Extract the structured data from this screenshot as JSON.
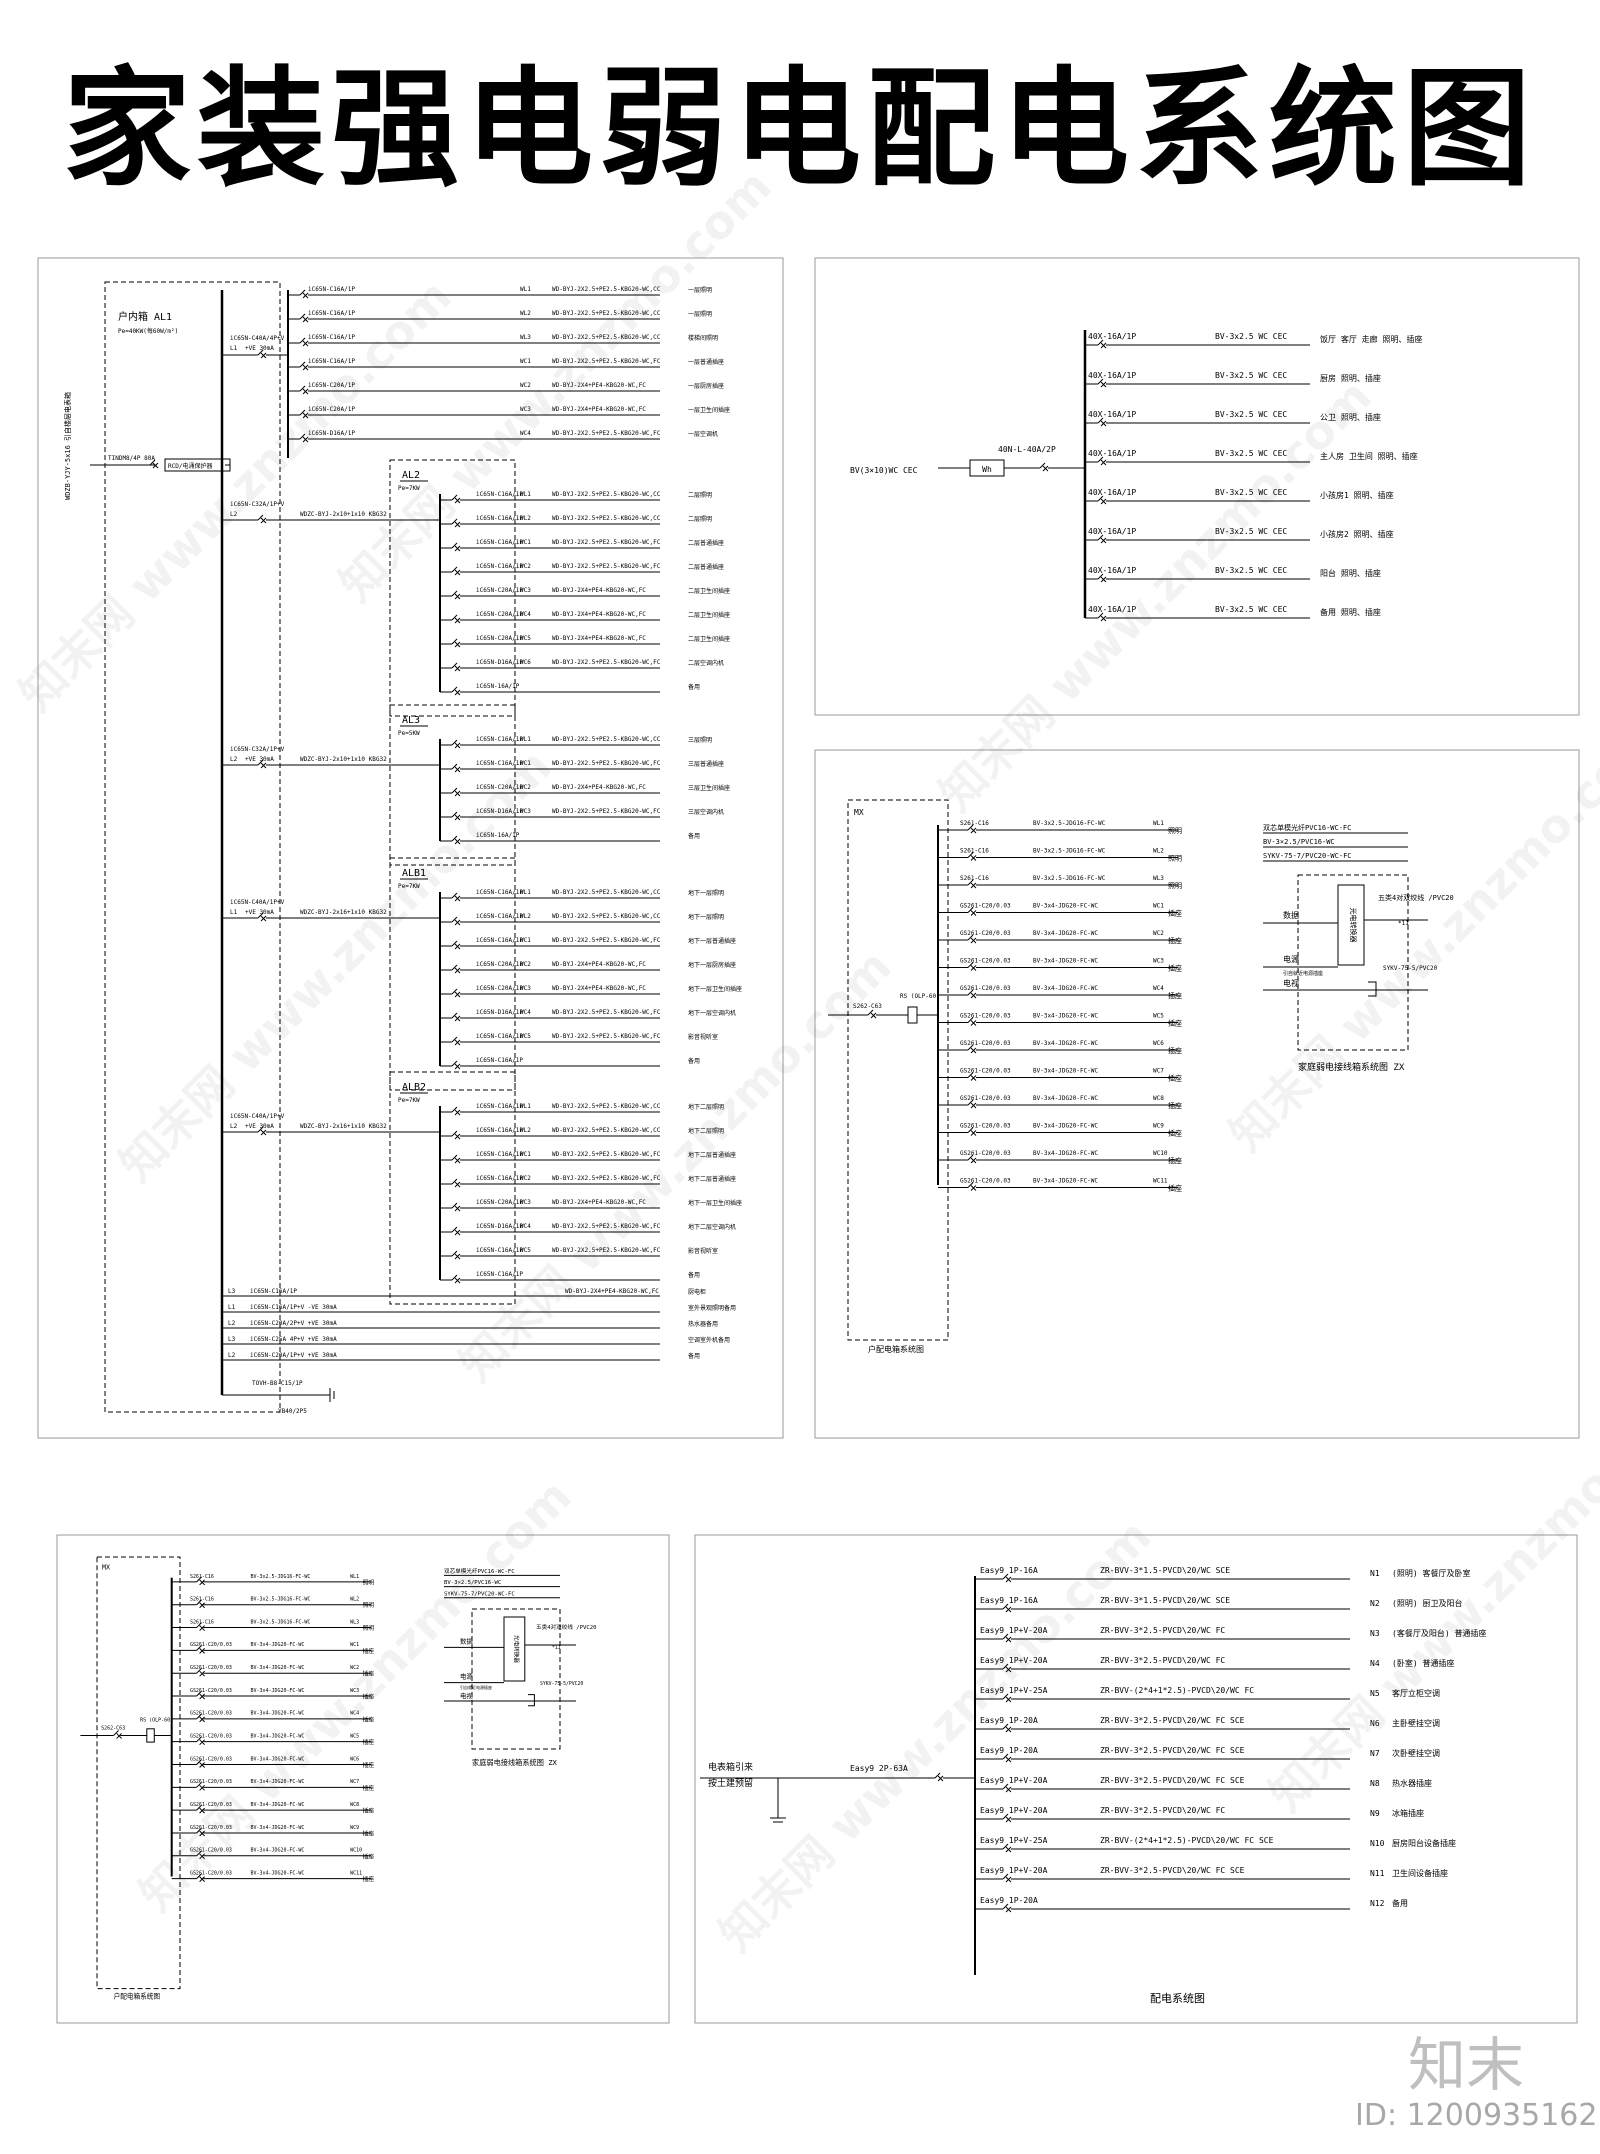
{
  "title": "家装强电弱电配电系统图",
  "watermark": "知末网 www.znzmo.com",
  "logo": {
    "name": "知末",
    "id": "ID: 1200935162"
  },
  "colors": {
    "line": "#000000",
    "panel_border": "#9a9a9a"
  },
  "panel1": {
    "box_label": "户内箱 AL1",
    "box_power": "Pe=40KW(每60W/m²)",
    "incoming_cable": "WDZB-YJY-5x16 引自楼层电表箱",
    "main_breaker": "TINDM8/4P 80A",
    "main_breaker_tag": "RCD/电涌保护器",
    "al1": {
      "rcd": "iC65N-C40A/4P+V",
      "rcd_sub": "+VE 30mA",
      "phase": "L1",
      "circuits": [
        {
          "breaker": "iC65N-C16A/1P",
          "code": "WL1",
          "cable": "WD-BYJ-2X2.5+PE2.5-KBG20-WC,CC",
          "desc": "一层照明"
        },
        {
          "breaker": "iC65N-C16A/1P",
          "code": "WL2",
          "cable": "WD-BYJ-2X2.5+PE2.5-KBG20-WC,CC",
          "desc": "一层照明"
        },
        {
          "breaker": "iC65N-C16A/1P",
          "code": "WL3",
          "cable": "WD-BYJ-2X2.5+PE2.5-KBG20-WC,CC",
          "desc": "楼梯间照明"
        },
        {
          "breaker": "iC65N-C16A/1P",
          "code": "WC1",
          "cable": "WD-BYJ-2X2.5+PE2.5-KBG20-WC,FC",
          "desc": "一层普通插座"
        },
        {
          "breaker": "iC65N-C20A/1P",
          "code": "WC2",
          "cable": "WD-BYJ-2X4+PE4-KBG20-WC,FC",
          "desc": "一层厨房插座"
        },
        {
          "breaker": "iC65N-C20A/1P",
          "code": "WC3",
          "cable": "WD-BYJ-2X4+PE4-KBG20-WC,FC",
          "desc": "一层卫生间插座"
        },
        {
          "breaker": "iC65N-D16A/1P",
          "code": "WC4",
          "cable": "WD-BYJ-2X2.5+PE2.5-KBG20-WC,FC",
          "desc": "一层空调机"
        }
      ]
    },
    "subpanels": [
      {
        "name": "AL2",
        "power": "Pe=7KW",
        "rcd": "iC65N-C32A/1P+V",
        "phase": "L2",
        "feeder": "WDZC-BYJ-2x10+1x10 KBG32",
        "circuits": [
          {
            "breaker": "iC65N-C16A/1P",
            "code": "WL1",
            "cable": "WD-BYJ-2X2.5+PE2.5-KBG20-WC,CC",
            "desc": "二层照明"
          },
          {
            "breaker": "iC65N-C16A/1P",
            "code": "WL2",
            "cable": "WD-BYJ-2X2.5+PE2.5-KBG20-WC,CC",
            "desc": "二层照明"
          },
          {
            "breaker": "iC65N-C16A/1P",
            "code": "WC1",
            "cable": "WD-BYJ-2X2.5+PE2.5-KBG20-WC,FC",
            "desc": "二层普通插座"
          },
          {
            "breaker": "iC65N-C16A/1P",
            "code": "WC2",
            "cable": "WD-BYJ-2X2.5+PE2.5-KBG20-WC,FC",
            "desc": "二层普通插座"
          },
          {
            "breaker": "iC65N-C20A/1P",
            "code": "WC3",
            "cable": "WD-BYJ-2X4+PE4-KBG20-WC,FC",
            "desc": "二层卫生间插座"
          },
          {
            "breaker": "iC65N-C20A/1P",
            "code": "WC4",
            "cable": "WD-BYJ-2X4+PE4-KBG20-WC,FC",
            "desc": "二层卫生间插座"
          },
          {
            "breaker": "iC65N-C20A/1P",
            "code": "WC5",
            "cable": "WD-BYJ-2X4+PE4-KBG20-WC,FC",
            "desc": "二层卫生间插座"
          },
          {
            "breaker": "iC65N-D16A/1P",
            "code": "WC6",
            "cable": "WD-BYJ-2X2.5+PE2.5-KBG20-WC,FC",
            "desc": "二层空调内机"
          },
          {
            "breaker": "iC65N-16A/1P",
            "code": "",
            "cable": "",
            "desc": "备用"
          }
        ]
      },
      {
        "name": "AL3",
        "power": "Pe=5KW",
        "rcd": "iC65N-C32A/1P+V",
        "rcd_sub": "+VE 30mA",
        "phase": "L2",
        "feeder": "WDZC-BYJ-2x10+1x10 KBG32",
        "circuits": [
          {
            "breaker": "iC65N-C16A/1P",
            "code": "WL1",
            "cable": "WD-BYJ-2X2.5+PE2.5-KBG20-WC,CC",
            "desc": "三层照明"
          },
          {
            "breaker": "iC65N-C16A/1P",
            "code": "WC1",
            "cable": "WD-BYJ-2X2.5+PE2.5-KBG20-WC,FC",
            "desc": "三层普通插座"
          },
          {
            "breaker": "iC65N-C20A/1P",
            "code": "WC2",
            "cable": "WD-BYJ-2X4+PE4-KBG20-WC,FC",
            "desc": "三层卫生间插座"
          },
          {
            "breaker": "iC65N-D16A/1P",
            "code": "WC3",
            "cable": "WD-BYJ-2X2.5+PE2.5-KBG20-WC,FC",
            "desc": "三层空调内机"
          },
          {
            "breaker": "iC65N-16A/1P",
            "code": "",
            "cable": "",
            "desc": "备用"
          }
        ]
      },
      {
        "name": "ALB1",
        "power": "Pe=7KW",
        "rcd": "iC65N-C40A/1P+V",
        "rcd_sub": "+VE 30mA",
        "phase": "L1",
        "feeder": "WDZC-BYJ-2x16+1x10 KBG32",
        "circuits": [
          {
            "breaker": "iC65N-C16A/1P",
            "code": "WL1",
            "cable": "WD-BYJ-2X2.5+PE2.5-KBG20-WC,CC",
            "desc": "地下一层照明"
          },
          {
            "breaker": "iC65N-C16A/1P",
            "code": "WL2",
            "cable": "WD-BYJ-2X2.5+PE2.5-KBG20-WC,CC",
            "desc": "地下一层照明"
          },
          {
            "breaker": "iC65N-C16A/1P",
            "code": "WC1",
            "cable": "WD-BYJ-2X2.5+PE2.5-KBG20-WC,FC",
            "desc": "地下一层普通插座"
          },
          {
            "breaker": "iC65N-C20A/1P",
            "code": "WC2",
            "cable": "WD-BYJ-2X4+PE4-KBG20-WC,FC",
            "desc": "地下一层厨房插座"
          },
          {
            "breaker": "iC65N-C20A/1P",
            "code": "WC3",
            "cable": "WD-BYJ-2X4+PE4-KBG20-WC,FC",
            "desc": "地下一层卫生间插座"
          },
          {
            "breaker": "iC65N-D16A/1P",
            "code": "WC4",
            "cable": "WD-BYJ-2X2.5+PE2.5-KBG20-WC,FC",
            "desc": "地下一层空调内机"
          },
          {
            "breaker": "iC65N-C16A/1P",
            "code": "WC5",
            "cable": "WD-BYJ-2X2.5+PE2.5-KBG20-WC,FC",
            "desc": "影音视听室"
          },
          {
            "breaker": "iC65N-C16A/1P",
            "code": "",
            "cable": "",
            "desc": "备用"
          }
        ]
      },
      {
        "name": "ALB2",
        "power": "Pe=7KW",
        "rcd": "iC65N-C40A/1P+V",
        "rcd_sub": "+VE 30mA",
        "phase": "L2",
        "feeder": "WDZC-BYJ-2x16+1x10 KBG32",
        "circuits": [
          {
            "breaker": "iC65N-C16A/1P",
            "code": "WL1",
            "cable": "WD-BYJ-2X2.5+PE2.5-KBG20-WC,CC",
            "desc": "地下二层照明"
          },
          {
            "breaker": "iC65N-C16A/1P",
            "code": "WL2",
            "cable": "WD-BYJ-2X2.5+PE2.5-KBG20-WC,CC",
            "desc": "地下二层照明"
          },
          {
            "breaker": "iC65N-C16A/1P",
            "code": "WC1",
            "cable": "WD-BYJ-2X2.5+PE2.5-KBG20-WC,FC",
            "desc": "地下二层普通插座"
          },
          {
            "breaker": "iC65N-C16A/1P",
            "code": "WC2",
            "cable": "WD-BYJ-2X2.5+PE2.5-KBG20-WC,FC",
            "desc": "地下二层普通插座"
          },
          {
            "breaker": "iC65N-C20A/1P",
            "code": "WC3",
            "cable": "WD-BYJ-2X4+PE4-KBG20-WC,FC",
            "desc": "地下一层卫生间插座"
          },
          {
            "breaker": "iC65N-D16A/1P",
            "code": "WC4",
            "cable": "WD-BYJ-2X2.5+PE2.5-KBG20-WC,FC",
            "desc": "地下二层空调内机"
          },
          {
            "breaker": "iC65N-C16A/1P",
            "code": "WC5",
            "cable": "WD-BYJ-2X2.5+PE2.5-KBG20-WC,FC",
            "desc": "影音视听室"
          },
          {
            "breaker": "iC65N-C16A/1P",
            "code": "",
            "cable": "",
            "desc": "备用"
          }
        ]
      }
    ],
    "bottom_circuits": [
      {
        "phase": "L3",
        "breaker": "iC65N-C16A/1P",
        "cable": "WD-BYJ-2X4+PE4-KBG20-WC,FC",
        "desc": "厨电柜"
      },
      {
        "phase": "L1",
        "breaker": "iC65N-C16A/1P+V -VE 30mA",
        "cable": "",
        "desc": "室外景观照明备用"
      },
      {
        "phase": "L2",
        "breaker": "iC65N-C20A/2P+V +VE 30mA",
        "cable": "",
        "desc": "热水器备用"
      },
      {
        "phase": "L3",
        "breaker": "iC65N-C25A 4P+V +VE 30mA",
        "cable": "",
        "desc": "空调室外机备用"
      },
      {
        "phase": "L2",
        "breaker": "iC65N-C20A/1P+V +VE 30mA",
        "cable": "",
        "desc": "备用"
      }
    ],
    "spd": "TOVH-B8-C15/1P",
    "spd_sub": "YB40/2P5"
  },
  "panel2": {
    "incoming": "BV(3×10)WC CEC",
    "meter": "Wh",
    "main_breaker": "40N-L-40A/2P",
    "circuits": [
      {
        "breaker": "40X-16A/1P",
        "cable": "BV-3x2.5 WC CEC",
        "desc": "饭厅 客厅 走廊 照明、插座"
      },
      {
        "breaker": "40X-16A/1P",
        "cable": "BV-3x2.5 WC CEC",
        "desc": "厨房 照明、插座"
      },
      {
        "breaker": "40X-16A/1P",
        "cable": "BV-3x2.5 WC CEC",
        "desc": "公卫 照明、插座"
      },
      {
        "breaker": "40X-16A/1P",
        "cable": "BV-3x2.5 WC CEC",
        "desc": "主人房 卫生间 照明、插座"
      },
      {
        "breaker": "40X-16A/1P",
        "cable": "BV-3x2.5 WC CEC",
        "desc": "小孩房1 照明、插座"
      },
      {
        "breaker": "40X-16A/1P",
        "cable": "BV-3x2.5 WC CEC",
        "desc": "小孩房2 照明、插座"
      },
      {
        "breaker": "40X-16A/1P",
        "cable": "BV-3x2.5 WC CEC",
        "desc": "阳台 照明、插座"
      },
      {
        "breaker": "40X-16A/1P",
        "cable": "BV-3x2.5 WC CEC",
        "desc": "备用 照明、插座"
      }
    ]
  },
  "mx": {
    "box_label": "MX",
    "main_breaker": "S262-C63",
    "rcd": "RS (OLP-60)",
    "caption": "户配电箱系统图",
    "circuits": [
      {
        "breaker": "S261-C16",
        "cable": "BV-3x2.5-JDG16-FC-WC",
        "code": "WL1",
        "desc": "照明"
      },
      {
        "breaker": "S261-C16",
        "cable": "BV-3x2.5-JDG16-FC-WC",
        "code": "WL2",
        "desc": "照明"
      },
      {
        "breaker": "S261-C16",
        "cable": "BV-3x2.5-JDG16-FC-WC",
        "code": "WL3",
        "desc": "照明"
      },
      {
        "breaker": "GS261-C20/0.03",
        "cable": "BV-3x4-JDG20-FC-WC",
        "code": "WC1",
        "desc": "插座"
      },
      {
        "breaker": "GS261-C20/0.03",
        "cable": "BV-3x4-JDG20-FC-WC",
        "code": "WC2",
        "desc": "插座"
      },
      {
        "breaker": "GS261-C20/0.03",
        "cable": "BV-3x4-JDG20-FC-WC",
        "code": "WC3",
        "desc": "插座"
      },
      {
        "breaker": "GS261-C20/0.03",
        "cable": "BV-3x4-JDG20-FC-WC",
        "code": "WC4",
        "desc": "插座"
      },
      {
        "breaker": "GS261-C20/0.03",
        "cable": "BV-3x4-JDG20-FC-WC",
        "code": "WC5",
        "desc": "插座"
      },
      {
        "breaker": "GS261-C20/0.03",
        "cable": "BV-3x4-JDG20-FC-WC",
        "code": "WC6",
        "desc": "插座"
      },
      {
        "breaker": "GS261-C20/0.03",
        "cable": "BV-3x4-JDG20-FC-WC",
        "code": "WC7",
        "desc": "插座"
      },
      {
        "breaker": "GS261-C20/0.03",
        "cable": "BV-3x4-JDG20-FC-WC",
        "code": "WC8",
        "desc": "插座"
      },
      {
        "breaker": "GS261-C20/0.03",
        "cable": "BV-3x4-JDG20-FC-WC",
        "code": "WC9",
        "desc": "插座"
      },
      {
        "breaker": "GS261-C20/0.03",
        "cable": "BV-3x4-JDG20-FC-WC",
        "code": "WC10",
        "desc": "插座"
      },
      {
        "breaker": "GS261-C20/0.03",
        "cable": "BV-3x4-JDG20-FC-WC",
        "code": "WC11",
        "desc": "插座"
      }
    ]
  },
  "zx": {
    "cable_lines": [
      "双芯单模光纤PVC16-WC-FC",
      "BV-3×2.5/PVC16-WC",
      "SYKV-75-7/PVC20-WC-FC"
    ],
    "converter": "光电转换器",
    "twisted_pair": "五类4对双绞线 /PVC20",
    "count": "*11",
    "label_data": "数据",
    "label_power": "电源",
    "label_outlet": "引自就近电源插座",
    "label_tv": "电视",
    "tv_cable": "SYKV-75-5/PVC20",
    "caption": "家庭弱电接线箱系统图 ZX"
  },
  "panel5": {
    "incoming_line1": "电表箱引来",
    "incoming_line2": "按土建预留",
    "main_breaker": "Easy9 2P-63A",
    "caption": "配电系统图",
    "circuits": [
      {
        "breaker": "Easy9 1P-16A",
        "cable": "ZR-BVV-3*1.5-PVCD\\20/WC SCE",
        "code": "N1",
        "desc": "(照明) 客餐厅及卧室"
      },
      {
        "breaker": "Easy9 1P-16A",
        "cable": "ZR-BVV-3*1.5-PVCD\\20/WC SCE",
        "code": "N2",
        "desc": "(照明) 厨卫及阳台"
      },
      {
        "breaker": "Easy9 1P+V-20A",
        "cable": "ZR-BVV-3*2.5-PVCD\\20/WC FC",
        "code": "N3",
        "desc": "(客餐厅及阳台) 普通插座"
      },
      {
        "breaker": "Easy9 1P+V-20A",
        "cable": "ZR-BVV-3*2.5-PVCD\\20/WC FC",
        "code": "N4",
        "desc": "(卧室) 普通插座"
      },
      {
        "breaker": "Easy9 1P+V-25A",
        "cable": "ZR-BVV-(2*4+1*2.5)-PVCD\\20/WC FC",
        "code": "N5",
        "desc": "客厅立柜空调"
      },
      {
        "breaker": "Easy9 1P-20A",
        "cable": "ZR-BVV-3*2.5-PVCD\\20/WC FC SCE",
        "code": "N6",
        "desc": "主卧壁挂空调"
      },
      {
        "breaker": "Easy9 1P-20A",
        "cable": "ZR-BVV-3*2.5-PVCD\\20/WC FC SCE",
        "code": "N7",
        "desc": "次卧壁挂空调"
      },
      {
        "breaker": "Easy9 1P+V-20A",
        "cable": "ZR-BVV-3*2.5-PVCD\\20/WC FC SCE",
        "code": "N8",
        "desc": "热水器插座"
      },
      {
        "breaker": "Easy9 1P+V-20A",
        "cable": "ZR-BVV-3*2.5-PVCD\\20/WC FC",
        "code": "N9",
        "desc": "冰箱插座"
      },
      {
        "breaker": "Easy9 1P+V-25A",
        "cable": "ZR-BVV-(2*4+1*2.5)-PVCD\\20/WC FC SCE",
        "code": "N10",
        "desc": "厨房阳台设备插座"
      },
      {
        "breaker": "Easy9 1P+V-20A",
        "cable": "ZR-BVV-3*2.5-PVCD\\20/WC FC SCE",
        "code": "N11",
        "desc": "卫生间设备插座"
      },
      {
        "breaker": "Easy9 1P-20A",
        "cable": "",
        "code": "N12",
        "desc": "备用"
      }
    ]
  }
}
